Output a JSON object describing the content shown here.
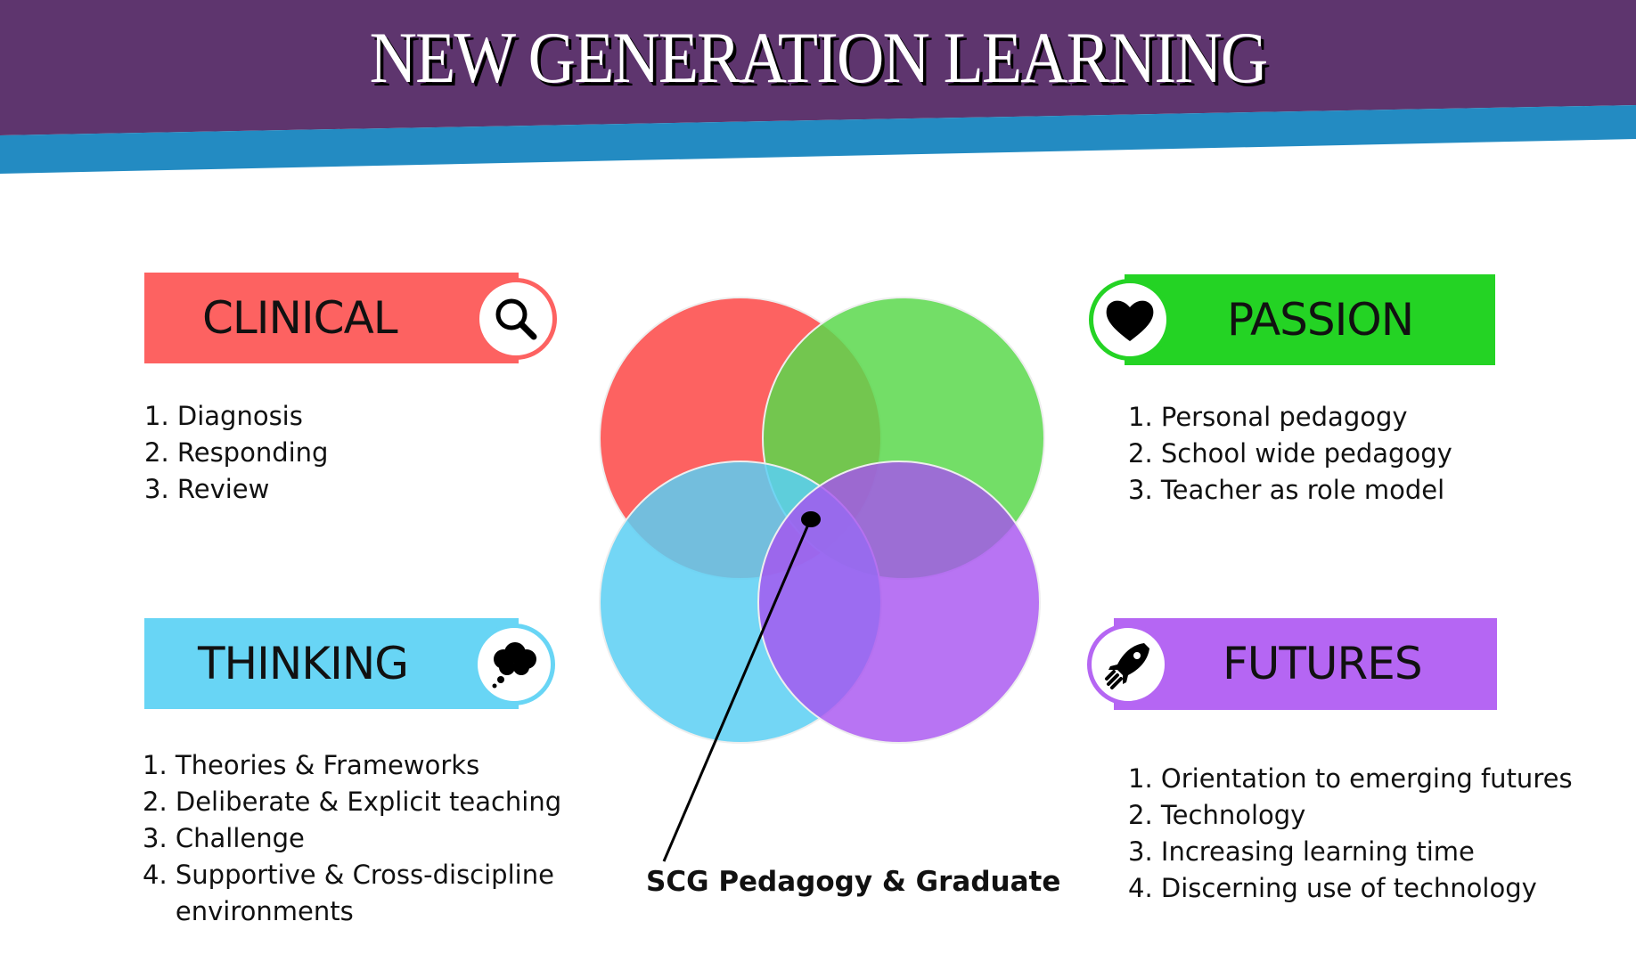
{
  "title": "NEW GENERATION LEARNING",
  "colors": {
    "purple_banner": "#5e356e",
    "blue_band": "#238bc2",
    "clinical": "#fd6261",
    "passion": "#24d324",
    "thinking": "#68d5f5",
    "futures": "#b566f3"
  },
  "sections": {
    "clinical": {
      "label": "CLINICAL",
      "icon": "magnifier-icon",
      "items": [
        "1. Diagnosis",
        "2. Responding",
        "3. Review"
      ]
    },
    "passion": {
      "label": "PASSION",
      "icon": "heart-icon",
      "items": [
        "1. Personal pedagogy",
        "2. School wide pedagogy",
        "3. Teacher as role model"
      ]
    },
    "thinking": {
      "label": "THINKING",
      "icon": "thought-cloud-icon",
      "items": [
        "1. Theories & Frameworks",
        "2. Deliberate & Explicit teaching",
        "3. Challenge",
        "4. Supportive & Cross-discipline",
        "    environments"
      ]
    },
    "futures": {
      "label": "FUTURES",
      "icon": "rocket-icon",
      "items": [
        "1. Orientation to emerging futures",
        "2. Technology",
        "3. Increasing learning time",
        "4. Discerning use of technology"
      ]
    }
  },
  "center_label": "SCG Pedagogy & Graduate"
}
